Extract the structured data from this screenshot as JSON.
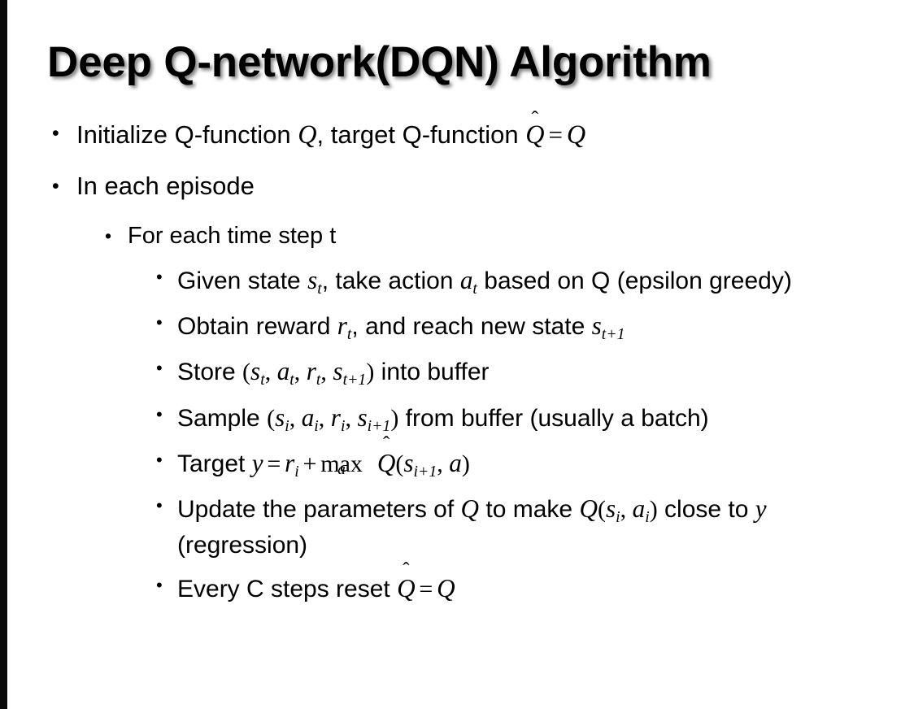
{
  "slide": {
    "title": "Deep Q-network(DQN) Algorithm",
    "background_color": "#ffffff",
    "text_color": "#000000",
    "edge_strip_color": "#0a0a0a",
    "bullet_glyph": "•"
  },
  "content": {
    "level1": [
      {
        "id": "initialize",
        "plain": "Initialize Q-function Q, target Q-function Q̂ = Q",
        "parts": {
          "lead": "Initialize Q-function ",
          "var_q1": "Q",
          "mid": ", target Q-function ",
          "var_qhat": "Q",
          "hat": "̂",
          "equals": "=",
          "var_q2": "Q"
        }
      },
      {
        "id": "in-each-episode",
        "plain": "In each episode",
        "parts": {
          "lead": "In each episode"
        }
      }
    ],
    "level2": [
      {
        "id": "for-each-time-step",
        "plain": "For each time step t",
        "parts": {
          "lead": "For each time step t"
        }
      }
    ],
    "level3": [
      {
        "id": "given-state",
        "plain": "Given state s_t, take action a_t based on Q (epsilon greedy)",
        "parts": {
          "lead": "Given state ",
          "s": "s",
          "s_sub": "t",
          "mid": ", take action ",
          "a": "a",
          "a_sub": "t",
          "tail": " based on Q (epsilon greedy)"
        }
      },
      {
        "id": "obtain-reward",
        "plain": "Obtain reward r_t, and reach new state s_{t+1}",
        "parts": {
          "lead": "Obtain reward ",
          "r": "r",
          "r_sub": "t",
          "mid": ", and reach new state ",
          "s": "s",
          "s_sub": "t+1"
        }
      },
      {
        "id": "store",
        "plain": "Store (s_t, a_t, r_t, s_{t+1}) into buffer",
        "parts": {
          "lead": "Store ",
          "open": "(",
          "s1": "s",
          "s1_sub": "t",
          "c1": ", ",
          "a1": "a",
          "a1_sub": "t",
          "c2": ", ",
          "r1": "r",
          "r1_sub": "t",
          "c3": ", ",
          "s2": "s",
          "s2_sub": "t+1",
          "close": ")",
          "tail": " into buffer"
        }
      },
      {
        "id": "sample",
        "plain": "Sample (s_i, a_i, r_i, s_{i+1}) from buffer (usually a batch)",
        "parts": {
          "lead": "Sample ",
          "open": "(",
          "s1": "s",
          "s1_sub": "i",
          "c1": ", ",
          "a1": "a",
          "a1_sub": "i",
          "c2": ", ",
          "r1": "r",
          "r1_sub": "i",
          "c3": ", ",
          "s2": "s",
          "s2_sub": "i+1",
          "close": ")",
          "tail": " from buffer (usually a batch)"
        }
      },
      {
        "id": "target",
        "plain": "Target y = r_i + max_a Q̂(s_{i+1}, a)",
        "parts": {
          "lead": "Target ",
          "y": "y",
          "equals": "=",
          "r": "r",
          "r_sub": "i",
          "plus": "+",
          "max": "max",
          "max_under": "a",
          "qhat": "Q",
          "hat": "̂",
          "open": "(",
          "s": "s",
          "s_sub": "i+1",
          "comma": ", ",
          "a": "a",
          "close": ")"
        }
      },
      {
        "id": "update-parameters",
        "plain": "Update the parameters of Q to make Q(s_i, a_i) close to y (regression)",
        "parts": {
          "lead": "Update the parameters of ",
          "q1": "Q",
          "mid": " to make ",
          "q2": "Q",
          "open": "(",
          "s": "s",
          "s_sub": "i",
          "comma": ", ",
          "a": "a",
          "a_sub": "i",
          "close": ")",
          "tail": " close to ",
          "y": "y",
          "tail2": " (regression)"
        }
      },
      {
        "id": "every-c-steps",
        "plain": "Every C steps reset Q̂ = Q",
        "parts": {
          "lead": "Every C steps reset ",
          "qhat": "Q",
          "hat": "̂",
          "equals": "=",
          "q": "Q"
        }
      }
    ]
  }
}
